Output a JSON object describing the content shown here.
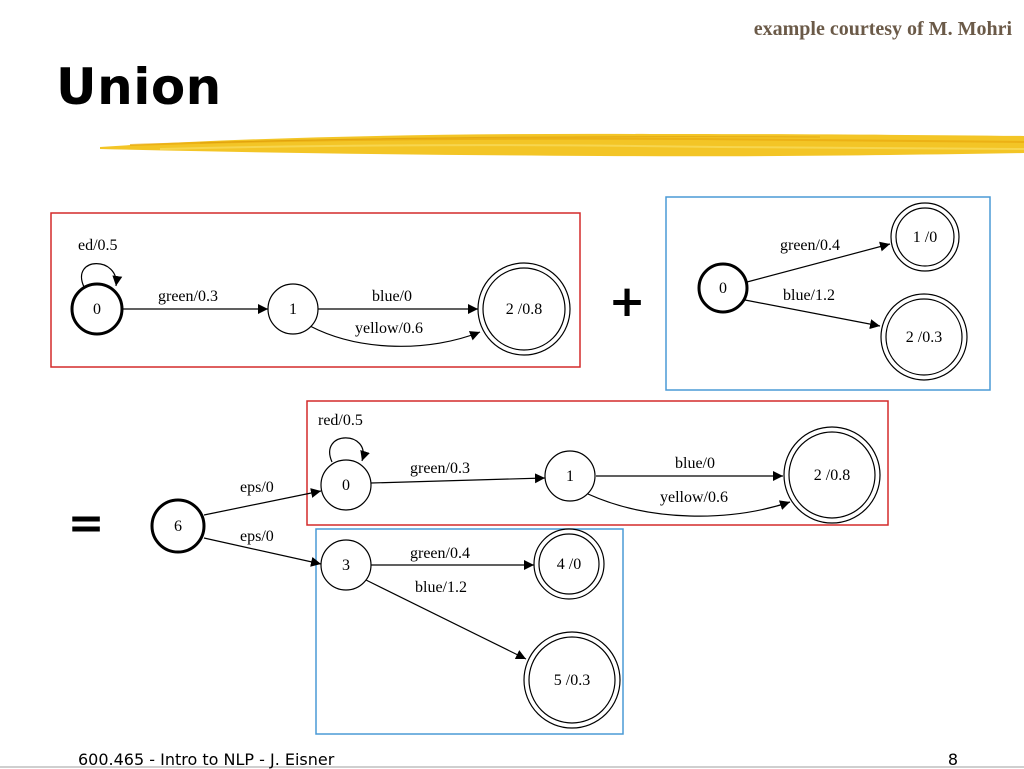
{
  "slide": {
    "courtesy": "example courtesy of M. Mohri",
    "title": "Union",
    "footer_left": "600.465 - Intro to NLP - J. Eisner",
    "footer_right": "8"
  },
  "colors": {
    "accent_underline": "#f2c21a",
    "box_red": "#d42a2a",
    "box_blue": "#4a9ad6",
    "courtesy_text": "#6b5a48"
  },
  "operators": {
    "plus": "+",
    "equals": "="
  },
  "fsa_a": {
    "states": [
      {
        "label": "0",
        "initial": true,
        "final": false
      },
      {
        "label": "1",
        "initial": false,
        "final": false
      },
      {
        "label": "2 /0.8",
        "initial": false,
        "final": true
      }
    ],
    "arcs": [
      {
        "from": "0",
        "to": "0",
        "label": "ed/0.5"
      },
      {
        "from": "0",
        "to": "1",
        "label": "green/0.3"
      },
      {
        "from": "1",
        "to": "2",
        "label": "blue/0"
      },
      {
        "from": "1",
        "to": "2",
        "label": "yellow/0.6"
      }
    ]
  },
  "fsa_b": {
    "states": [
      {
        "label": "0",
        "initial": true,
        "final": false
      },
      {
        "label": "1 /0",
        "initial": false,
        "final": true
      },
      {
        "label": "2 /0.3",
        "initial": false,
        "final": true
      }
    ],
    "arcs": [
      {
        "from": "0",
        "to": "1",
        "label": "green/0.4"
      },
      {
        "from": "0",
        "to": "2",
        "label": "blue/1.2"
      }
    ]
  },
  "fsa_union": {
    "states": [
      {
        "label": "6",
        "initial": true,
        "final": false
      },
      {
        "label": "0",
        "initial": false,
        "final": false
      },
      {
        "label": "1",
        "initial": false,
        "final": false
      },
      {
        "label": "2 /0.8",
        "initial": false,
        "final": true
      },
      {
        "label": "3",
        "initial": false,
        "final": false
      },
      {
        "label": "4 /0",
        "initial": false,
        "final": true
      },
      {
        "label": "5 /0.3",
        "initial": false,
        "final": true
      }
    ],
    "arcs": [
      {
        "from": "6",
        "to": "0",
        "label": "eps/0"
      },
      {
        "from": "6",
        "to": "3",
        "label": "eps/0"
      },
      {
        "from": "0",
        "to": "0",
        "label": "red/0.5"
      },
      {
        "from": "0",
        "to": "1",
        "label": "green/0.3"
      },
      {
        "from": "1",
        "to": "2",
        "label": "blue/0"
      },
      {
        "from": "1",
        "to": "2",
        "label": "yellow/0.6"
      },
      {
        "from": "3",
        "to": "4",
        "label": "green/0.4"
      },
      {
        "from": "3",
        "to": "5",
        "label": "blue/1.2"
      }
    ]
  }
}
